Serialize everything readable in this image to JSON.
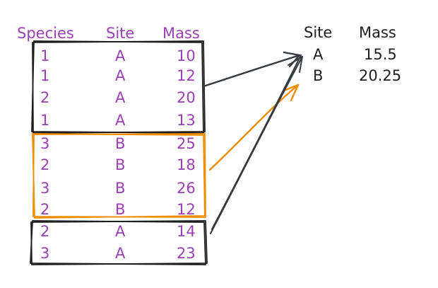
{
  "left_table": {
    "headers": [
      "Species",
      "Site",
      "Mass"
    ],
    "rows": [
      [
        "1",
        "A",
        "10"
      ],
      [
        "1",
        "A",
        "12"
      ],
      [
        "2",
        "A",
        "20"
      ],
      [
        "1",
        "A",
        "13"
      ],
      [
        "3",
        "B",
        "25"
      ],
      [
        "2",
        "B",
        "18"
      ],
      [
        "3",
        "B",
        "26"
      ],
      [
        "2",
        "B",
        "12"
      ],
      [
        "2",
        "A",
        "14"
      ],
      [
        "3",
        "A",
        "23"
      ]
    ]
  },
  "right_table": {
    "headers": [
      "Site",
      "Mass"
    ],
    "rows": [
      [
        "A",
        "15.5"
      ],
      [
        "B",
        "20.25"
      ]
    ]
  },
  "groups": [
    {
      "site": "A",
      "rows": [
        0,
        3
      ],
      "color": "#1e1e1e"
    },
    {
      "site": "B",
      "rows": [
        4,
        7
      ],
      "color": "#f08c00"
    },
    {
      "site": "A",
      "rows": [
        8,
        9
      ],
      "color": "#1e1e1e"
    }
  ],
  "colors": {
    "text_purple": "#9b3fb5",
    "text_black": "#1e1e1e",
    "box_black": "#1e1e1e",
    "box_orange": "#f08c00"
  }
}
